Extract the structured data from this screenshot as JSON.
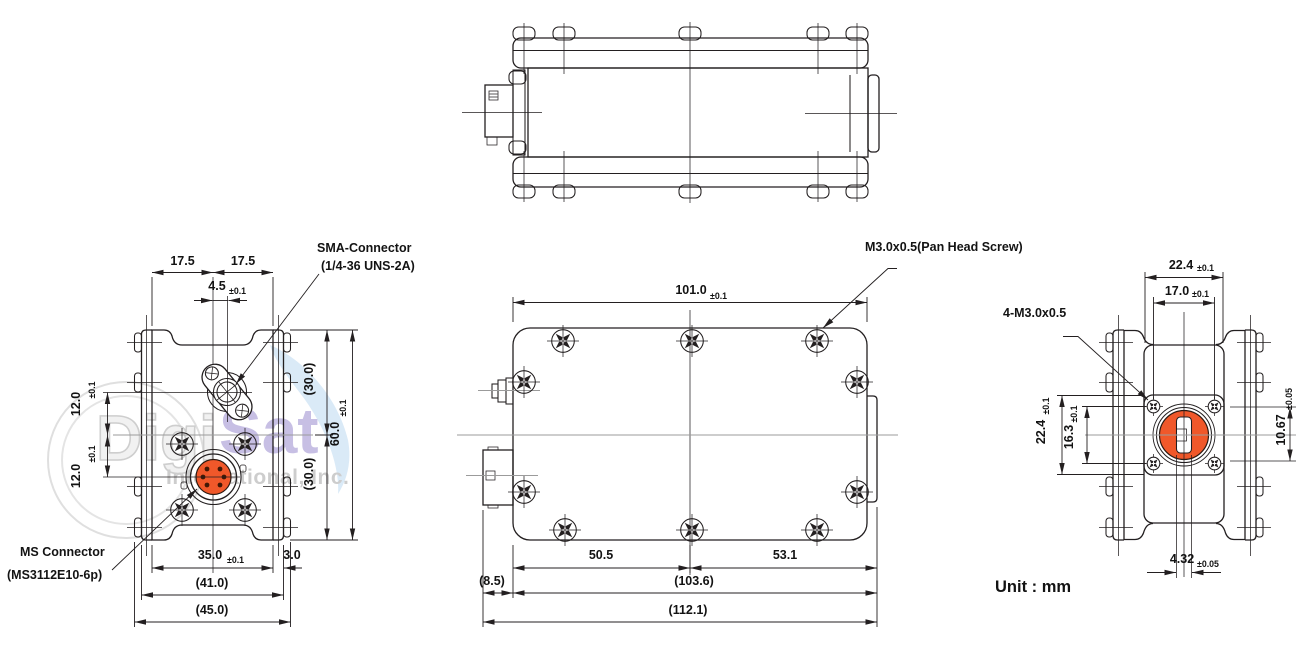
{
  "drawing": {
    "unit_note": "Unit : mm",
    "watermark": {
      "word_part1": "Digi",
      "word_part2": "Sat",
      "subtitle": "International, Inc."
    },
    "front_view": {
      "sma_label_line1": "SMA-Connector",
      "sma_label_line2": "(1/4-36 UNS-2A)",
      "ms_label_line1": "MS Connector",
      "ms_label_line2": "(MS3112E10-6p)",
      "dim_17_5_left": "17.5",
      "dim_17_5_right": "17.5",
      "dim_4_5": "4.5",
      "dim_4_5_tol": "±0.1",
      "dim_12_0_upper": "12.0",
      "dim_12_0_upper_tol": "±0.1",
      "dim_12_0_lower": "12.0",
      "dim_12_0_lower_tol": "±0.1",
      "dim_30_0_upper": "(30.0)",
      "dim_60_0": "60.0",
      "dim_60_0_tol": "±0.1",
      "dim_30_0_lower": "(30.0)",
      "dim_35_0": "35.0",
      "dim_35_0_tol": "±0.1",
      "dim_3_0": "3.0",
      "dim_41_0": "(41.0)",
      "dim_45_0": "(45.0)"
    },
    "side_view": {
      "screw_label": "M3.0x0.5(Pan Head Screw)",
      "dim_101_0": "101.0",
      "dim_101_0_tol": "±0.1",
      "dim_50_5": "50.5",
      "dim_53_1": "53.1",
      "dim_8_5": "(8.5)",
      "dim_103_6": "(103.6)",
      "dim_112_1": "(112.1)"
    },
    "end_view": {
      "screws_label": "4-M3.0x0.5",
      "dim_22_4_top": "22.4",
      "dim_22_4_top_tol": "±0.1",
      "dim_17_0": "17.0",
      "dim_17_0_tol": "±0.1",
      "dim_22_4_side": "22.4",
      "dim_22_4_side_tol": "±0.1",
      "dim_16_3": "16.3",
      "dim_16_3_tol": "±0.1",
      "dim_10_67": "10.67",
      "dim_10_67_tol": "±0.05",
      "dim_4_32": "4.32",
      "dim_4_32_tol": "±0.05"
    },
    "colors": {
      "connector_face": "#F0582A",
      "line": "#231F20"
    }
  }
}
